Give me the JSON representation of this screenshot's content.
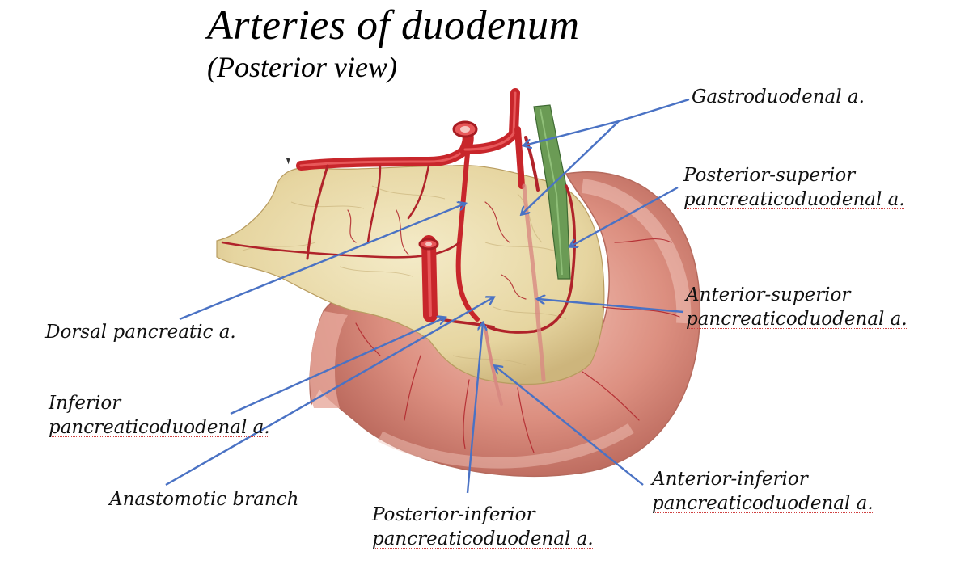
{
  "slide": {
    "title": "Arteries of duodenum",
    "subtitle": "(Posterior view)"
  },
  "labels": {
    "gastroduodenal": {
      "line1": "Gastroduodenal a."
    },
    "posterior_superior": {
      "line1": "Posterior-superior",
      "line2": "pancreaticoduodenal a."
    },
    "anterior_superior": {
      "line1": "Anterior-superior",
      "line2": "pancreaticoduodenal a."
    },
    "dorsal_pancreatic": {
      "line1": "Dorsal pancreatic a."
    },
    "inferior": {
      "line1": "Inferior",
      "line2": "pancreaticoduodenal a."
    },
    "anastomotic": {
      "line1": "Anastomotic branch"
    },
    "posterior_inferior": {
      "line1": "Posterior-inferior",
      "line2": "pancreaticoduodenal a."
    },
    "anterior_inferior": {
      "line1": "Anterior-inferior",
      "line2": "pancreaticoduodenal a."
    }
  },
  "colors": {
    "leader_line": "#4a72c4",
    "artery": "#c8262b",
    "artery_dark": "#9b1b1f",
    "pancreas": "#e9dcae",
    "duodenum": "#d9897c",
    "duodenum_light": "#ecb3a7",
    "bile_duct": "#5e8f4a"
  }
}
